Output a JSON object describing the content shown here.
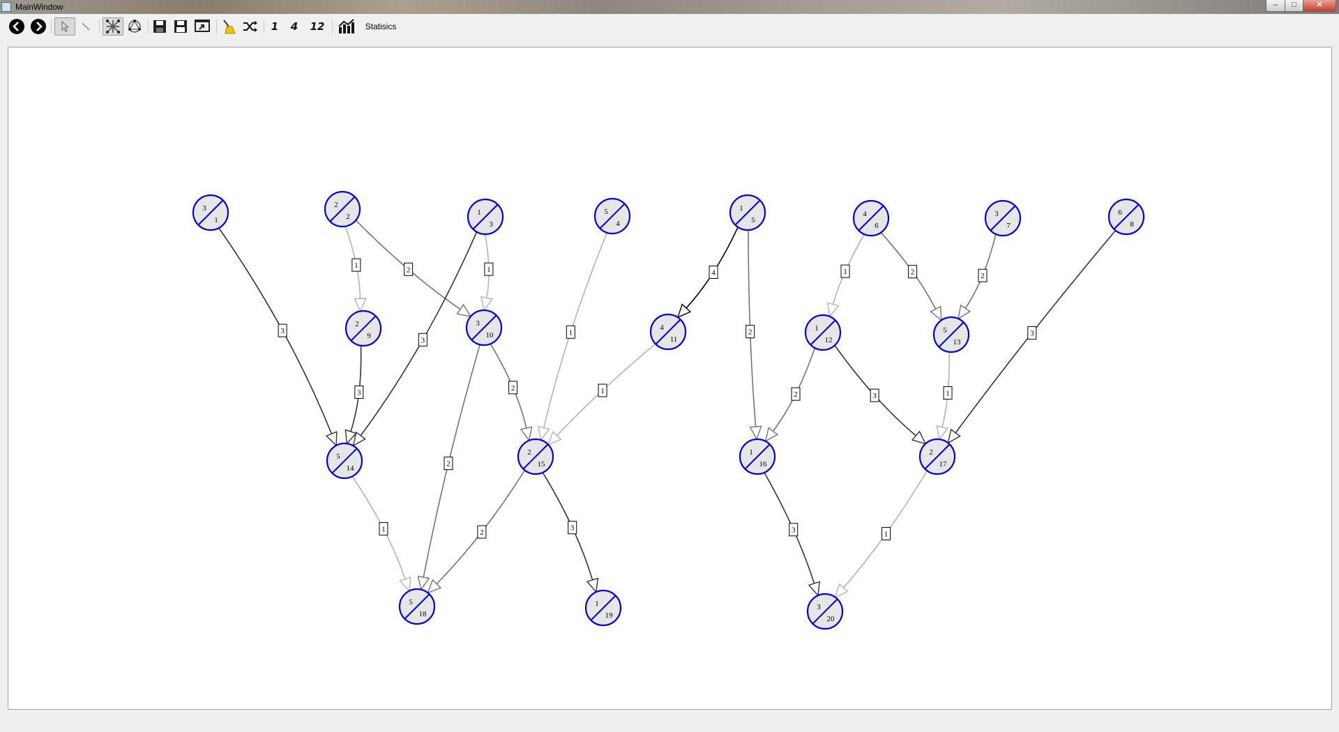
{
  "window": {
    "title": "MainWindow",
    "controls": {
      "minimize": "–",
      "maximize": "□",
      "close": "✕"
    }
  },
  "toolbar": {
    "statistics_label": "Statisics",
    "num_buttons": [
      "1",
      "4",
      "12"
    ]
  },
  "graph": {
    "nodes": [
      {
        "id": 1,
        "weight": 3
      },
      {
        "id": 2,
        "weight": 2
      },
      {
        "id": 3,
        "weight": 1
      },
      {
        "id": 4,
        "weight": 5
      },
      {
        "id": 5,
        "weight": 1
      },
      {
        "id": 6,
        "weight": 4
      },
      {
        "id": 7,
        "weight": 3
      },
      {
        "id": 8,
        "weight": 6
      },
      {
        "id": 9,
        "weight": 2
      },
      {
        "id": 10,
        "weight": 3
      },
      {
        "id": 11,
        "weight": 4
      },
      {
        "id": 12,
        "weight": 1
      },
      {
        "id": 13,
        "weight": 5
      },
      {
        "id": 14,
        "weight": 5
      },
      {
        "id": 15,
        "weight": 2
      },
      {
        "id": 16,
        "weight": 1
      },
      {
        "id": 17,
        "weight": 2
      },
      {
        "id": 18,
        "weight": 5
      },
      {
        "id": 19,
        "weight": 1
      },
      {
        "id": 20,
        "weight": 3
      }
    ],
    "edges": [
      {
        "from": 1,
        "to": 14,
        "weight": 3
      },
      {
        "from": 2,
        "to": 9,
        "weight": 1
      },
      {
        "from": 2,
        "to": 10,
        "weight": 2
      },
      {
        "from": 3,
        "to": 10,
        "weight": 1
      },
      {
        "from": 3,
        "to": 14,
        "weight": 3
      },
      {
        "from": 9,
        "to": 14,
        "weight": 3
      },
      {
        "from": 10,
        "to": 15,
        "weight": 2
      },
      {
        "from": 10,
        "to": 18,
        "weight": 2
      },
      {
        "from": 4,
        "to": 15,
        "weight": 1
      },
      {
        "from": 11,
        "to": 15,
        "weight": 1
      },
      {
        "from": 5,
        "to": 11,
        "weight": 4
      },
      {
        "from": 5,
        "to": 16,
        "weight": 2
      },
      {
        "from": 14,
        "to": 18,
        "weight": 1
      },
      {
        "from": 15,
        "to": 18,
        "weight": 2
      },
      {
        "from": 15,
        "to": 19,
        "weight": 3
      },
      {
        "from": 6,
        "to": 12,
        "weight": 1
      },
      {
        "from": 6,
        "to": 13,
        "weight": 2
      },
      {
        "from": 7,
        "to": 13,
        "weight": 2
      },
      {
        "from": 12,
        "to": 16,
        "weight": 2
      },
      {
        "from": 12,
        "to": 17,
        "weight": 3
      },
      {
        "from": 13,
        "to": 17,
        "weight": 1
      },
      {
        "from": 8,
        "to": 17,
        "weight": 3
      },
      {
        "from": 16,
        "to": 20,
        "weight": 3
      },
      {
        "from": 17,
        "to": 20,
        "weight": 1
      }
    ],
    "edge_colors": {
      "1": "#b3b3b3",
      "2": "#737373",
      "3": "#333333",
      "4": "#000000"
    }
  }
}
